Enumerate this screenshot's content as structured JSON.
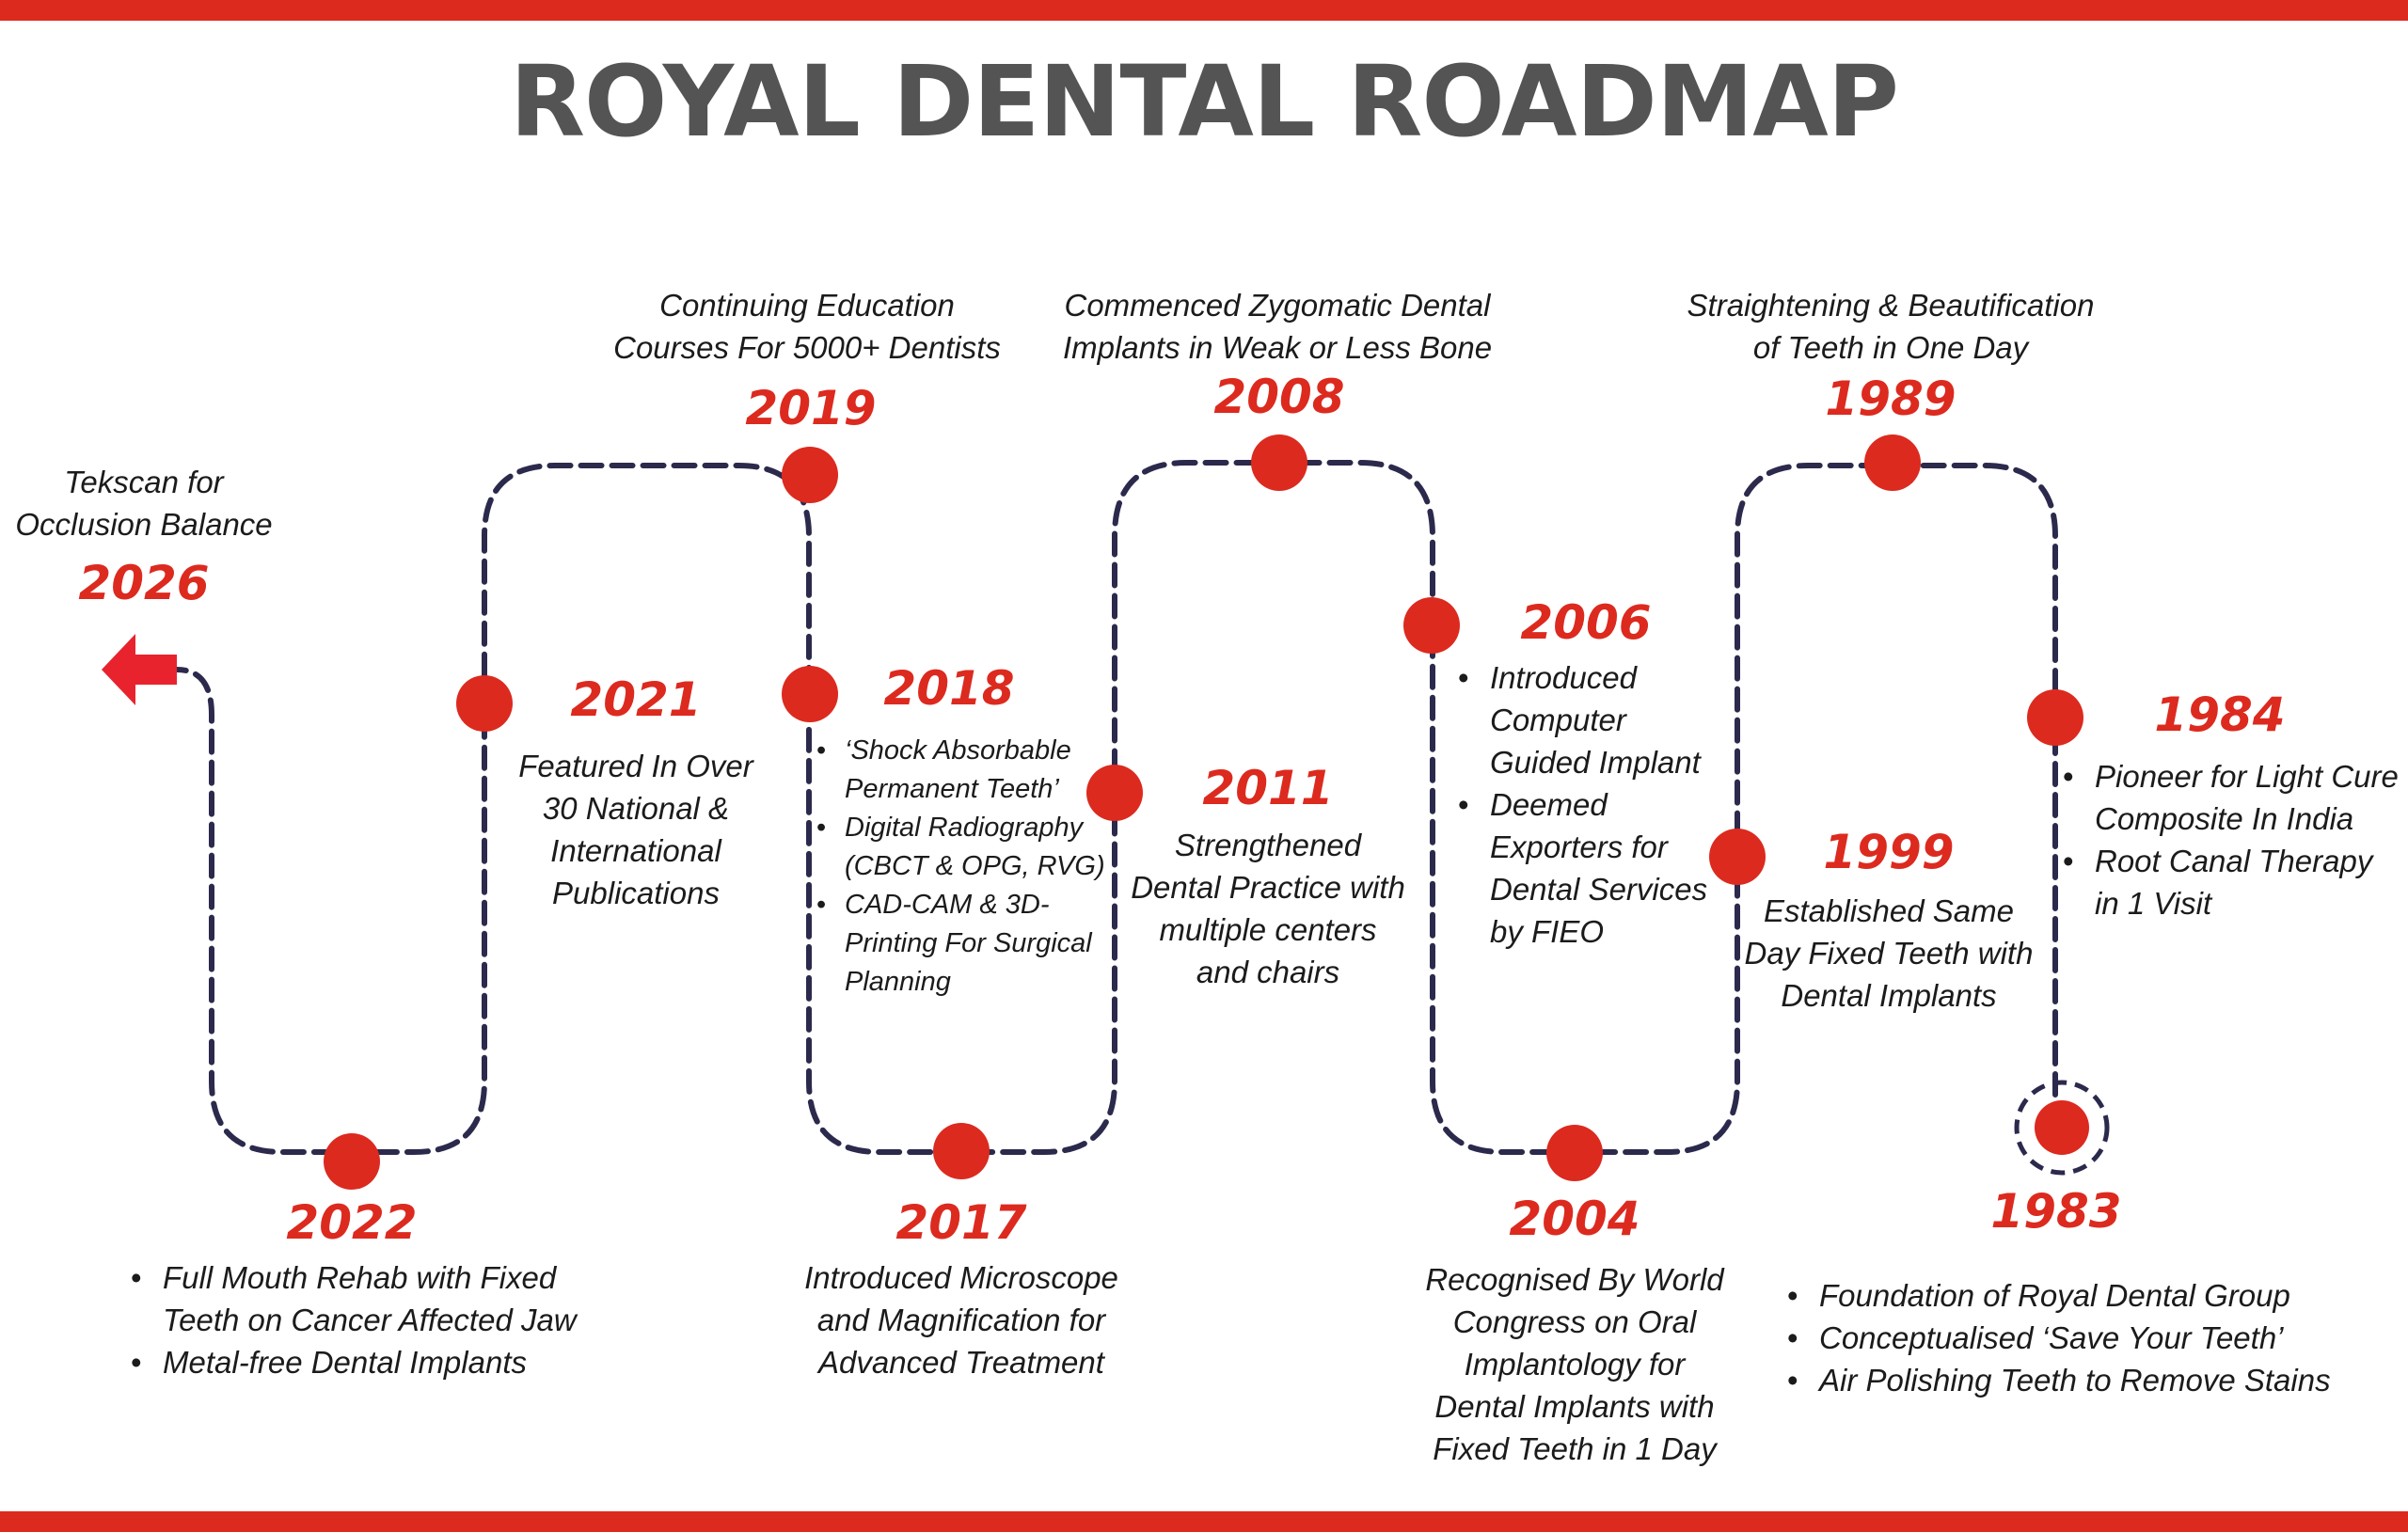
{
  "title": "ROYAL DENTAL ROADMAP",
  "colors": {
    "accent": "#dc2a1f",
    "path": "#2b2a4c",
    "title": "#545454"
  },
  "milestones": {
    "m2026": {
      "year": "2026",
      "caption": [
        "Tekscan for",
        "Occlusion Balance"
      ]
    },
    "m2022": {
      "year": "2022",
      "bullets": [
        "Full Mouth Rehab with Fixed\nTeeth on Cancer Affected Jaw",
        "Metal-free Dental Implants"
      ]
    },
    "m2021": {
      "year": "2021",
      "caption": [
        "Featured In Over",
        "30 National &",
        "International",
        "Publications"
      ]
    },
    "m2019": {
      "year": "2019",
      "caption": [
        "Continuing Education",
        "Courses For 5000+ Dentists"
      ]
    },
    "m2018": {
      "year": "2018",
      "bullets": [
        "‘Shock Absorbable\nPermanent Teeth’",
        "Digital Radiography\n(CBCT & OPG, RVG)",
        "CAD-CAM & 3D-\nPrinting For Surgical\nPlanning"
      ]
    },
    "m2017": {
      "year": "2017",
      "caption": [
        "Introduced Microscope",
        "and Magnification for",
        "Advanced Treatment"
      ]
    },
    "m2011": {
      "year": "2011",
      "caption": [
        "Strengthened",
        "Dental Practice with",
        "multiple centers",
        "and chairs"
      ]
    },
    "m2008": {
      "year": "2008",
      "caption": [
        "Commenced Zygomatic Dental",
        "Implants in Weak or Less Bone"
      ]
    },
    "m2006": {
      "year": "2006",
      "bullets": [
        "Introduced\nComputer\nGuided Implant",
        "Deemed\nExporters for\nDental Services\nby FIEO"
      ]
    },
    "m2004": {
      "year": "2004",
      "caption": [
        "Recognised By World",
        "Congress on Oral",
        "Implantology for",
        "Dental Implants with",
        "Fixed Teeth in 1 Day"
      ]
    },
    "m1999": {
      "year": "1999",
      "caption": [
        "Established Same",
        "Day Fixed Teeth with",
        "Dental Implants"
      ]
    },
    "m1989": {
      "year": "1989",
      "caption": [
        "Straightening & Beautification",
        "of Teeth in One Day"
      ]
    },
    "m1984": {
      "year": "1984",
      "bullets": [
        "Pioneer for Light Cure\nComposite In India",
        "Root Canal Therapy\nin 1 Visit"
      ]
    },
    "m1983": {
      "year": "1983",
      "bullets": [
        "Foundation of Royal Dental Group",
        "Conceptualised ‘Save Your Teeth’",
        "Air Polishing Teeth to Remove Stains"
      ]
    }
  }
}
